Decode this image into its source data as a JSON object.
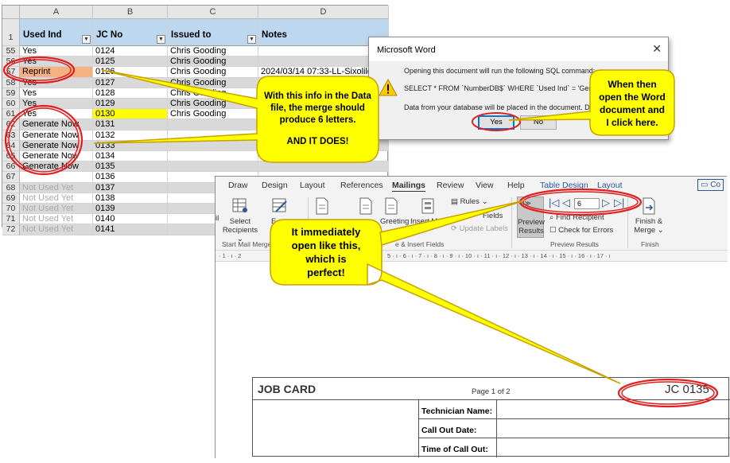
{
  "excel": {
    "columns": [
      "A",
      "B",
      "C",
      "D"
    ],
    "headers": [
      "Used Ind",
      "JC No",
      "Issued to",
      "Notes"
    ],
    "header_row_number": "1",
    "rows": [
      {
        "n": "55",
        "a": "Yes",
        "b": "0124",
        "c": "Chris Gooding",
        "d": "",
        "gray": false,
        "style": ""
      },
      {
        "n": "56",
        "a": "Yes",
        "b": "0125",
        "c": "Chris Gooding",
        "d": "",
        "gray": false,
        "style": ""
      },
      {
        "n": "57",
        "a": "Reprint",
        "b": "0126",
        "c": "Chris Gooding",
        "d": "2024/03/14 07:33-LL-Sixolile lo",
        "gray": false,
        "style": "reprint"
      },
      {
        "n": "58",
        "a": "Yes",
        "b": "0127",
        "c": "Chris Gooding",
        "d": "",
        "gray": false,
        "style": ""
      },
      {
        "n": "59",
        "a": "Yes",
        "b": "0128",
        "c": "Chris Gooding",
        "d": "",
        "gray": false,
        "style": ""
      },
      {
        "n": "60",
        "a": "Yes",
        "b": "0129",
        "c": "Chris Gooding",
        "d": "",
        "gray": false,
        "style": ""
      },
      {
        "n": "61",
        "a": "Yes",
        "b": "0130",
        "c": "Chris Gooding",
        "d": "",
        "gray": false,
        "style": "yellow"
      },
      {
        "n": "62",
        "a": "Generate Now",
        "b": "0131",
        "c": "",
        "d": "",
        "gray": false,
        "style": ""
      },
      {
        "n": "63",
        "a": "Generate Now",
        "b": "0132",
        "c": "",
        "d": "",
        "gray": false,
        "style": ""
      },
      {
        "n": "64",
        "a": "Generate Now",
        "b": "0133",
        "c": "",
        "d": "",
        "gray": false,
        "style": ""
      },
      {
        "n": "65",
        "a": "Generate Now",
        "b": "0134",
        "c": "",
        "d": "",
        "gray": false,
        "style": ""
      },
      {
        "n": "66",
        "a": "Generate Now",
        "b": "0135",
        "c": "",
        "d": "",
        "gray": false,
        "style": ""
      },
      {
        "n": "67",
        "a": "",
        "b": "0136",
        "c": "",
        "d": "",
        "gray": false,
        "style": ""
      },
      {
        "n": "68",
        "a": "Not Used Yet",
        "b": "0137",
        "c": "",
        "d": "",
        "gray": true,
        "style": ""
      },
      {
        "n": "69",
        "a": "Not Used Yet",
        "b": "0138",
        "c": "",
        "d": "",
        "gray": true,
        "style": ""
      },
      {
        "n": "70",
        "a": "Not Used Yet",
        "b": "0139",
        "c": "",
        "d": "",
        "gray": true,
        "style": ""
      },
      {
        "n": "71",
        "a": "Not Used Yet",
        "b": "0140",
        "c": "",
        "d": "",
        "gray": true,
        "style": ""
      },
      {
        "n": "72",
        "a": "Not Used Yet",
        "b": "0141",
        "c": "",
        "d": "",
        "gray": true,
        "style": ""
      }
    ]
  },
  "dialog": {
    "title": "Microsoft Word",
    "line1": "Opening this document will run the following SQL command:",
    "line2": "SELECT * FROM `NumberDB$` WHERE `Used Ind` = 'Generate No",
    "line3": "Data from your database will be placed in the document. Do you c",
    "yes_label": "Yes",
    "no_label": "No",
    "close_glyph": "✕"
  },
  "word": {
    "tabs": [
      "Draw",
      "Design",
      "Layout",
      "References",
      "Mailings",
      "Review",
      "View",
      "Help",
      "Table Design",
      "Layout"
    ],
    "active_tab": "Mailings",
    "comments_label": "Co",
    "select_recipients": "Select",
    "select_recipients2": "Recipients",
    "edit_recipients": "E",
    "edit_recipients2": "Reci",
    "left_cut": "il",
    "greeting": "Greeting",
    "insert_merge": "Insert M",
    "rules": "Rules",
    "match_fields": "Fields",
    "update_labels": "Update Labels",
    "preview_results": "Preview",
    "preview_results2": "Results",
    "record_number": "6",
    "find_recipient": "Find Recipient",
    "check_errors": "Check for Errors",
    "finish_merge": "Finish &",
    "finish_merge2": "Merge",
    "group_start": "Start Mail Merge",
    "group_write": "e & Insert Fields",
    "group_preview": "Preview Results",
    "group_finish": "Finish",
    "ruler_left": "· 1 · ı · 2",
    "ruler_right": "5 · ı · 6 · ı · 7 · ı · 8 · ı · 9 · ı · 10 · ı · 11 · ı · 12 · ı · 13 · ı · 14 · ı · 15 · ı · 16 · ı · 17 · ı"
  },
  "jobcard": {
    "title": "JOB CARD",
    "page": "Page 1 of 2",
    "number": "JC 0135",
    "labels": [
      "Technician Name:",
      "Call Out Date:",
      "Time of Call Out:"
    ]
  },
  "callouts": {
    "c1": [
      "With this info in the Data",
      "file, the merge should",
      "produce 6 letters.",
      "",
      "AND IT DOES!"
    ],
    "c2": [
      "When then",
      "open the Word",
      "document and",
      "I click here."
    ],
    "c3": [
      "It immediately",
      "open like this,",
      "which is",
      "perfect!"
    ]
  },
  "colors": {
    "callout_fill": "#ffff00",
    "callout_stroke": "#c8a000",
    "ellipse": "#e02020",
    "reprint_fill": "#f4b183",
    "header_fill": "#bdd7ee"
  }
}
